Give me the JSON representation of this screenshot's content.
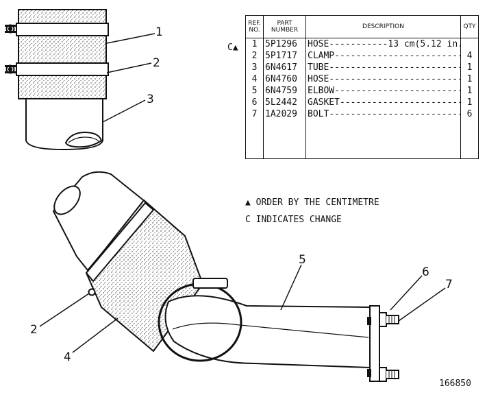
{
  "parts_table": {
    "headers": {
      "ref": "REF. NO.",
      "part": "PART NUMBER",
      "description": "DESCRIPTION",
      "qty": "QTY"
    },
    "rows": [
      {
        "ref": "1",
        "part": "5P1296",
        "description": "HOSE-----------13 cm(5.12 in.)",
        "qty": ""
      },
      {
        "ref": "2",
        "part": "5P1717",
        "description": "CLAMP-------------------------",
        "qty": "4"
      },
      {
        "ref": "3",
        "part": "6N4617",
        "description": "TUBE--------------------------",
        "qty": "1"
      },
      {
        "ref": "4",
        "part": "6N4760",
        "description": "HOSE--------------------------",
        "qty": "1"
      },
      {
        "ref": "5",
        "part": "6N4759",
        "description": "ELBOW-------------------------",
        "qty": "1"
      },
      {
        "ref": "6",
        "part": "5L2442",
        "description": "GASKET------------------------",
        "qty": "1"
      },
      {
        "ref": "7",
        "part": "1A2029",
        "description": "BOLT--------------------------",
        "qty": "6"
      }
    ],
    "row_marker": "C▲"
  },
  "notes": {
    "order": "▲ ORDER BY THE CENTIMETRE",
    "change": "C INDICATES CHANGE"
  },
  "callouts": {
    "top_1": "1",
    "top_2": "2",
    "top_3": "3",
    "bottom_2": "2",
    "bottom_4": "4",
    "bottom_5": "5",
    "bottom_6": "6",
    "bottom_7": "7"
  },
  "figure_number": "166850"
}
